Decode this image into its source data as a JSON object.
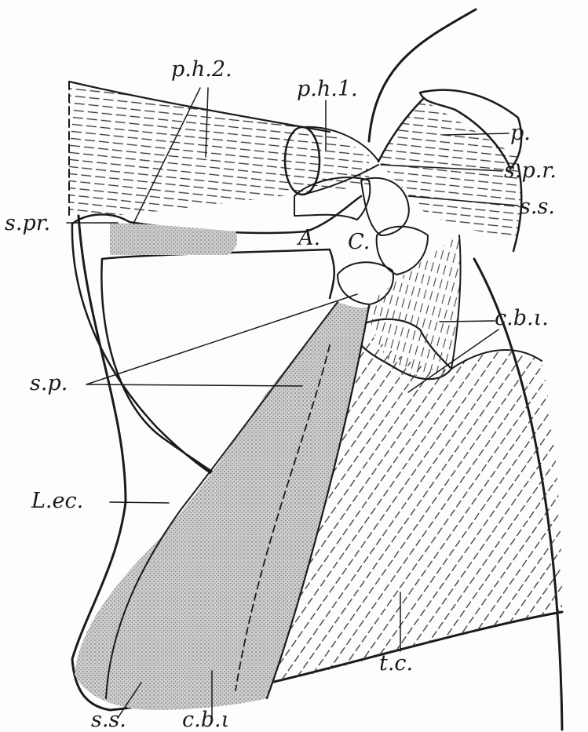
{
  "figure": {
    "labels": {
      "ph2": "p.h.2.",
      "ph1": "p.h.1.",
      "p": "p.",
      "spr_right": "s.p.r.",
      "ss_right": "s.s.",
      "spr_left": "s.pr.",
      "A": "A.",
      "C": "C.",
      "cbi_right": "c.b.ι.",
      "sp": "s.p.",
      "lec": "L.ec.",
      "tc": "t.c.",
      "ss_bottom": "s.s.",
      "cbi_bottom": "c.b.ι"
    }
  }
}
